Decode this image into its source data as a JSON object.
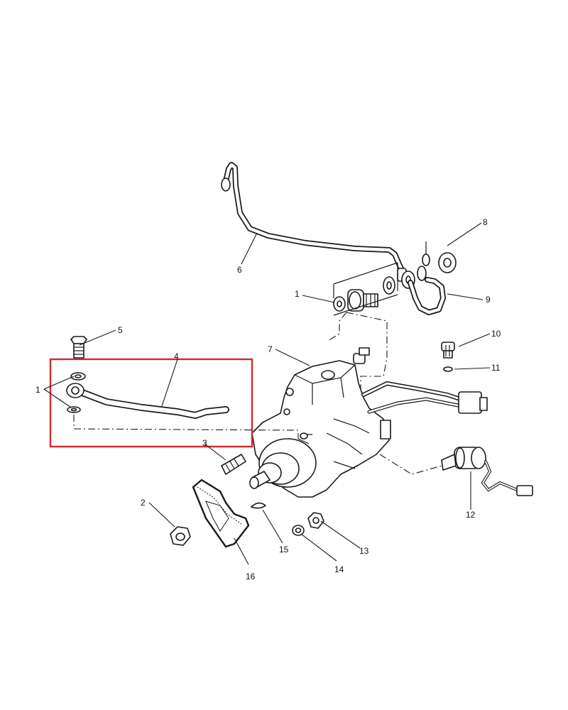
{
  "callouts": {
    "c1_top": "1",
    "c1_left": "1",
    "c2": "2",
    "c3": "3",
    "c4": "4",
    "c5": "5",
    "c6": "6",
    "c7": "7",
    "c8": "8",
    "c9": "9",
    "c10": "10",
    "c11": "11",
    "c12": "12",
    "c13": "13",
    "c14": "14",
    "c15": "15",
    "c16": "16"
  },
  "highlight": {
    "color": "#d42a2a"
  }
}
